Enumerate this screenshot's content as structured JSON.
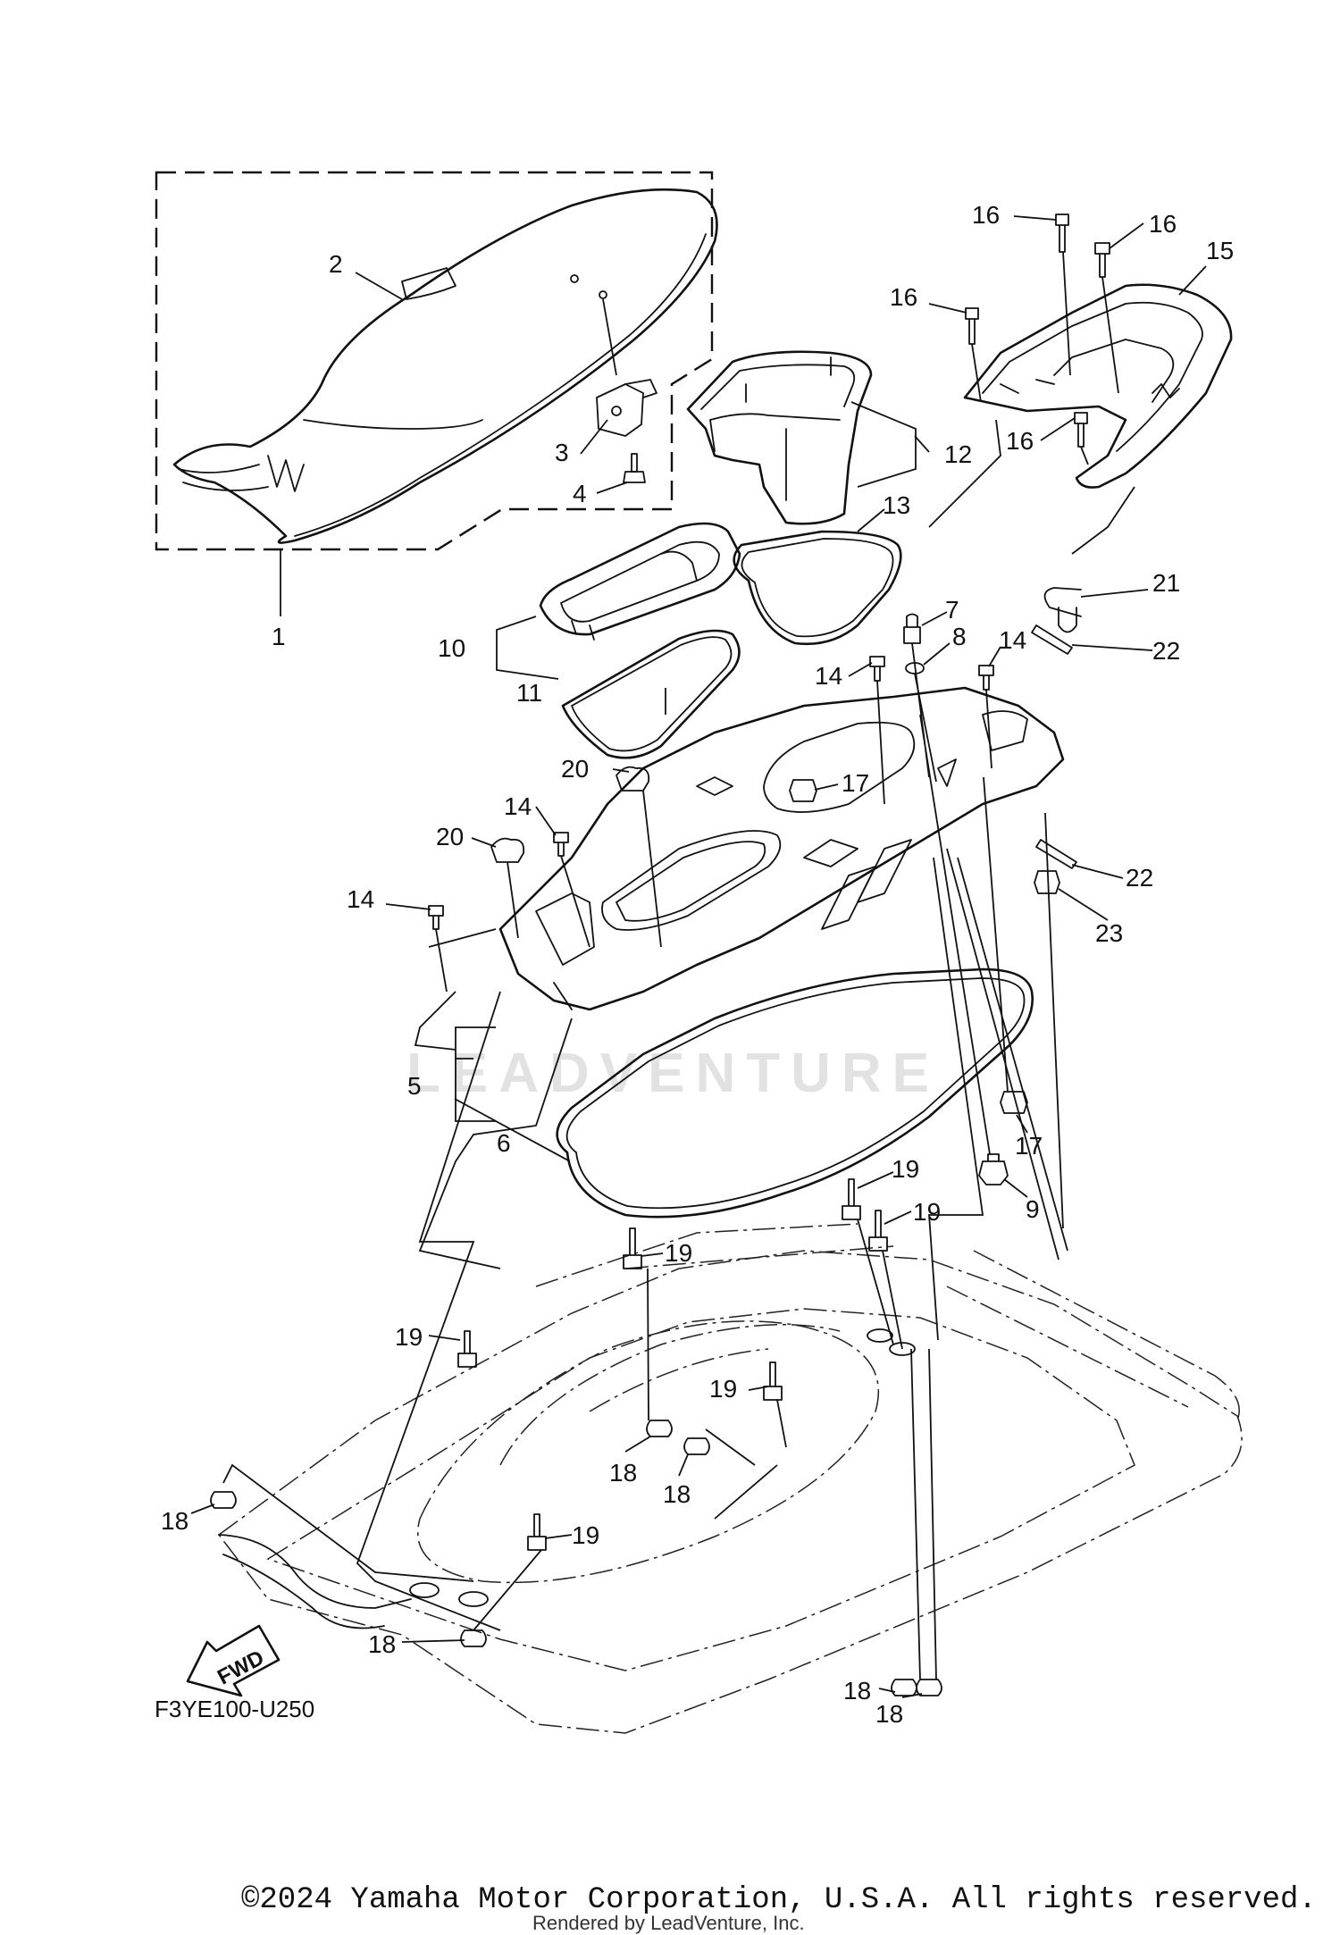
{
  "diagram": {
    "diagram_code": "F3YE100-U250",
    "watermark": "LEADVENTURE",
    "direction_label": "FWD",
    "labels": {
      "p1": "1",
      "p2": "2",
      "p3": "3",
      "p4": "4",
      "p5": "5",
      "p6": "6",
      "p7": "7",
      "p8": "8",
      "p9": "9",
      "p10": "10",
      "p11": "11",
      "p12": "12",
      "p13": "13",
      "p14a": "14",
      "p14b": "14",
      "p14c": "14",
      "p14d": "14",
      "p15": "15",
      "p16a": "16",
      "p16b": "16",
      "p16c": "16",
      "p16d": "16",
      "p17a": "17",
      "p17b": "17",
      "p18a": "18",
      "p18b": "18",
      "p18c": "18",
      "p18d": "18",
      "p18e": "18",
      "p18f": "18",
      "p19a": "19",
      "p19b": "19",
      "p19c": "19",
      "p19d": "19",
      "p19e": "19",
      "p19f": "19",
      "p20a": "20",
      "p20b": "20",
      "p21": "21",
      "p22a": "22",
      "p22b": "22",
      "p23": "23"
    }
  },
  "footer": {
    "copyright": "©2024 Yamaha Motor Corporation, U.S.A. All rights reserved.",
    "rendered_by": "Rendered by LeadVenture, Inc."
  }
}
